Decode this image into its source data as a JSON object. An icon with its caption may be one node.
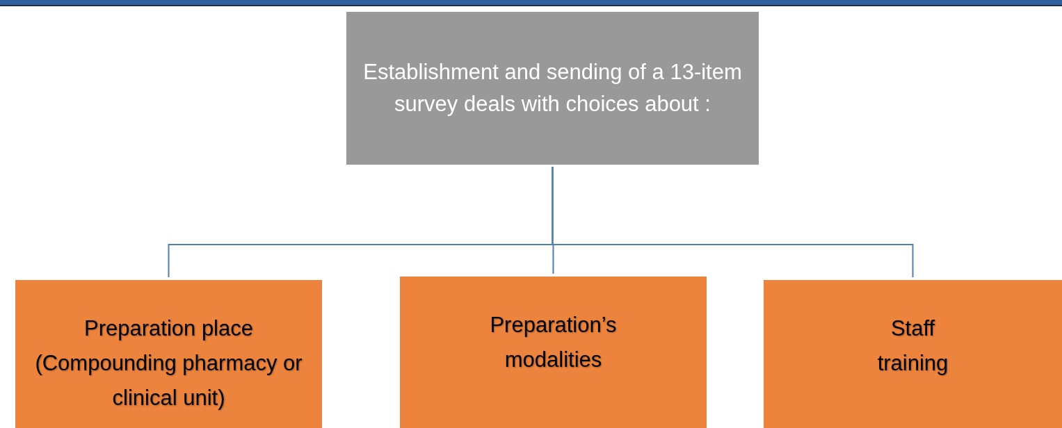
{
  "diagram": {
    "nodes": [
      {
        "text": [
          "Establishment and sending of a 13-item survey deals with choices about :"
        ]
      },
      {
        "text": [
          "Preparation place (Compounding pharmacy or clinical unit)"
        ]
      },
      {
        "text": [
          "Preparation’s modalities"
        ]
      },
      {
        "text": [
          "Staff training"
        ]
      }
    ],
    "edges": [
      {
        "from": 0,
        "to": 1,
        "arrow": "none"
      },
      {
        "from": 0,
        "to": 2,
        "arrow": "none"
      },
      {
        "from": 0,
        "to": 3,
        "arrow": "none"
      }
    ]
  }
}
